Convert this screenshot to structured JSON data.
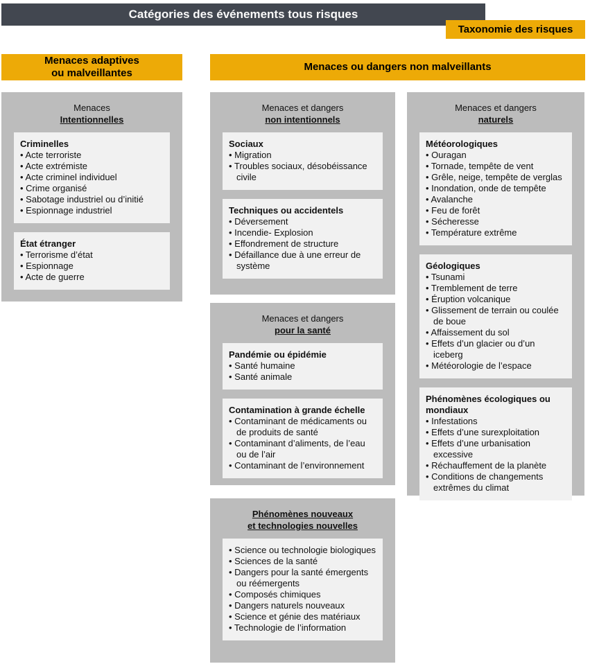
{
  "header": {
    "title": "Catégories des événements tous risques",
    "tag": "Taxonomie des risques"
  },
  "branches": {
    "malicious": {
      "line1": "Menaces adaptives",
      "line2": "ou malveillantes"
    },
    "non_malicious": {
      "label": "Menaces ou dangers non malveillants"
    }
  },
  "panels": [
    {
      "name": "menaces-intentionnelles",
      "header": {
        "line1": "Menaces",
        "line2": "Intentionnelles"
      },
      "boxes": [
        {
          "title": "Criminelles",
          "items": [
            "Acte terroriste",
            "Acte extrémiste",
            "Acte criminel individuel",
            "Crime organisé",
            "Sabotage industriel ou d’initié",
            "Espionnage industriel"
          ]
        },
        {
          "title": "État étranger",
          "items": [
            "Terrorisme d’état",
            "Espionnage",
            "Acte de guerre"
          ]
        }
      ]
    },
    {
      "name": "menaces-non-intentionnels",
      "header": {
        "line1": "Menaces et dangers",
        "line2": "non intentionnels"
      },
      "boxes": [
        {
          "title": "Sociaux",
          "items": [
            "Migration",
            "Troubles sociaux, désobéissance civile"
          ]
        },
        {
          "title": "Techniques ou accidentels",
          "items": [
            "Déversement",
            "Incendie- Explosion",
            "Effondrement de structure",
            "Défaillance due à une erreur de système"
          ]
        }
      ]
    },
    {
      "name": "menaces-pour-la-sante",
      "header": {
        "line1": "Menaces et dangers",
        "line2": "pour la santé"
      },
      "boxes": [
        {
          "title": "Pandémie ou épidémie",
          "items": [
            "Santé humaine",
            "Santé animale"
          ]
        },
        {
          "title": "Contamination à grande échelle",
          "items": [
            "Contaminant de médicaments ou de produits de santé",
            "Contaminant d’aliments, de l’eau ou de l’air",
            "Contaminant de l’environnement"
          ]
        }
      ]
    },
    {
      "name": "phenomenes-nouveaux",
      "header": {
        "line1": "Phénomènes nouveaux",
        "line2": "et technologies nouvelles"
      },
      "boxes": [
        {
          "title": "",
          "items": [
            "Science ou technologie biologiques",
            "Sciences de la santé",
            "Dangers pour la santé émergents ou réémergents",
            "Composés chimiques",
            "Dangers naturels nouveaux",
            "Science et génie des matériaux",
            "Technologie de l’information"
          ]
        }
      ]
    },
    {
      "name": "menaces-naturels",
      "header": {
        "line1": "Menaces et dangers",
        "line2": "naturels"
      },
      "boxes": [
        {
          "title": "Météorologiques",
          "items": [
            "Ouragan",
            "Tornade, tempête de vent",
            "Grêle, neige, tempête de verglas",
            "Inondation, onde de tempête",
            "Avalanche",
            "Feu de forêt",
            "Sécheresse",
            "Température extrême"
          ]
        },
        {
          "title": "Géologiques",
          "items": [
            "Tsunami",
            "Tremblement de terre",
            "Éruption volcanique",
            "Glissement de terrain ou coulée de boue",
            "Affaissement du sol",
            "Effets d’un glacier ou d’un iceberg",
            "Météorologie de l’espace"
          ]
        },
        {
          "title": "Phénomènes écologiques ou mondiaux",
          "items": [
            "Infestations",
            "Effets d’une surexploitation",
            "Effets d’une urbanisation excessive",
            "Réchauffement de la planète",
            "Conditions de changements extrêmes du climat"
          ]
        }
      ]
    }
  ],
  "colors": {
    "banner_dark": "#424750",
    "accent_orange": "#edaa07",
    "panel_gray": "#bcbcbc",
    "box_light": "#f1f1f1"
  }
}
